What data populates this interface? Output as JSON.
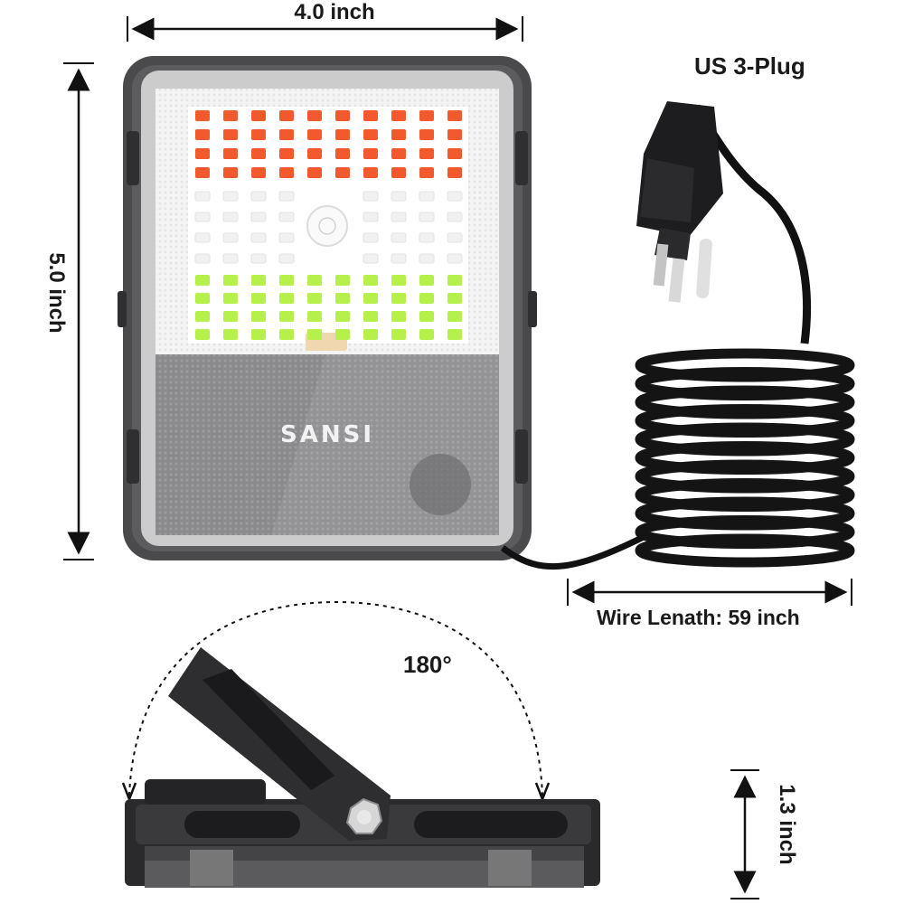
{
  "product": {
    "brand_text": "SANSI",
    "led_colors": {
      "red": "#f25a2e",
      "white": "#ffffff",
      "green": "#b6f04a",
      "body": "#3a3a3c"
    }
  },
  "dimensions": {
    "width_label": "4.0 inch",
    "height_label": "5.0 inch",
    "depth_label": "1.3 inch",
    "wire_label": "Wire Lenath: 59 inch",
    "rotation_label": "180°"
  },
  "plug": {
    "label": "US 3-Plug"
  }
}
